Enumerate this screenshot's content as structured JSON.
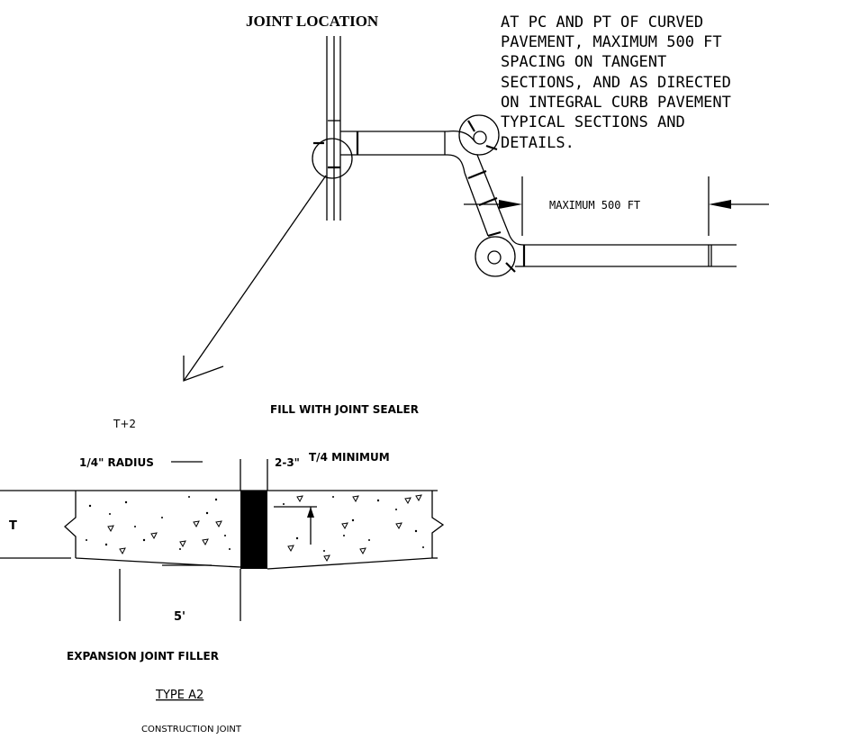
{
  "title": "JOINT LOCATION",
  "note_lines": [
    "AT PC AND PT OF CURVED",
    "PAVEMENT, MAXIMUM 500 FT",
    "SPACING ON TANGENT",
    "SECTIONS, AND AS DIRECTED",
    "ON INTEGRAL CURB PAVEMENT",
    "TYPICAL SECTIONS AND",
    "DETAILS."
  ],
  "dimension_label": "MAXIMUM 500 FT",
  "labels": {
    "t_plus_2": "T+2",
    "radius": "1/4\" RADIUS",
    "fill_sealer": "FILL WITH JOINT SEALER",
    "gap": "2-3\"",
    "t_quarter": "T/4 MINIMUM",
    "thickness": "T",
    "five_ft": "5'",
    "expansion_filler": "EXPANSION JOINT FILLER",
    "type": "TYPE A2",
    "construction": "CONSTRUCTION JOINT"
  },
  "colors": {
    "ink": "#000000",
    "paper": "#ffffff"
  }
}
